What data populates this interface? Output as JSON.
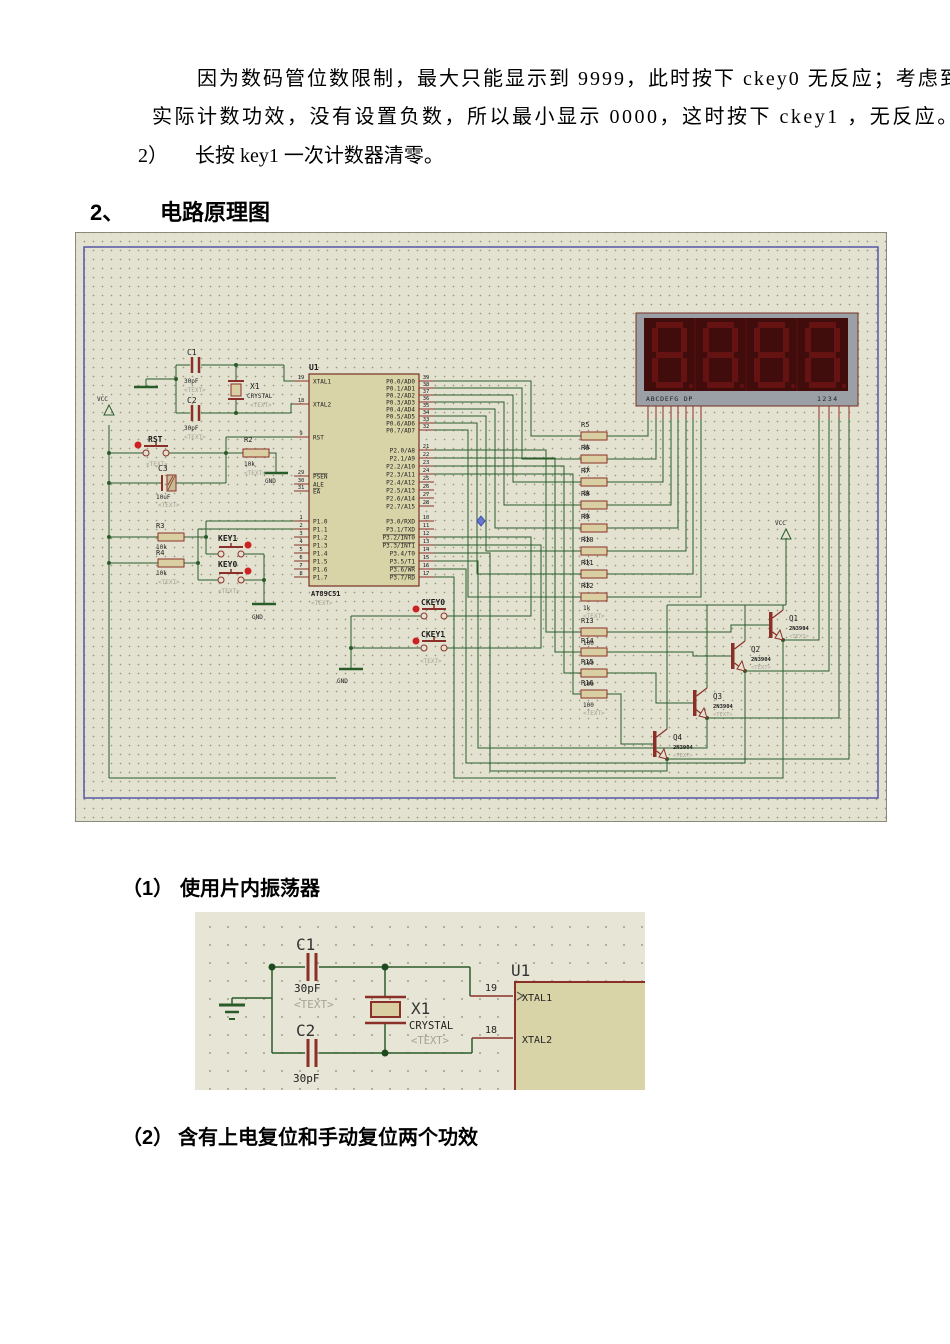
{
  "page": {
    "paragraph_line1": "因为数码管位数限制，最大只能显示到 9999，此时按下 ckey0 无反应；考虑到",
    "paragraph_line2": "实际计数功效，没有设置负数，所以最小显示 0000，这时按下 ckey1 ，无反应。",
    "list_item_2_marker": "2）",
    "list_item_2_text": "长按 key1 一次计数器清零。",
    "heading_2_num": "2、",
    "heading_2_title": "电路原理图",
    "sub_1_num": "（1）",
    "sub_1_title": "使用片内振荡器",
    "sub_2_num": "（2）",
    "sub_2_title": "含有上电复位和手动复位两个功效"
  },
  "colors": {
    "schematic_bg": "#e3e2d1",
    "wire_green": "#2a5c2a",
    "component_red": "#8b3028",
    "component_fill": "#d9cfa2",
    "chip_fill": "#d9d4a8",
    "frame_blue": "#5656a8",
    "display_frame": "#9aa0a6",
    "display_bg": "#400c0c",
    "display_segment": "#641212",
    "text_gray": "#a6a295",
    "button_dot_red": "#cc2222"
  },
  "schematic_main": {
    "vcc_label": "VCC",
    "gnd_label": "GND",
    "c1": {
      "ref": "C1",
      "value": "30pF",
      "ph": "<TEXT>"
    },
    "c2": {
      "ref": "C2",
      "value": "30pF",
      "ph": "<TEXT>"
    },
    "x1": {
      "ref": "X1",
      "part": "CRYSTAL",
      "ph": "<TEXT>"
    },
    "rst": {
      "ref": "RST",
      "ph": "<TEXT>"
    },
    "r2": {
      "ref": "R2",
      "value": "10k",
      "ph": "<TEXT>"
    },
    "c3": {
      "ref": "C3",
      "value": "10uF",
      "ph": "<TEXT>"
    },
    "r3": {
      "ref": "R3",
      "value": "10k"
    },
    "r4": {
      "ref": "R4",
      "value": "10k",
      "ph": "<TEXT>"
    },
    "key1": {
      "ref": "KEY1"
    },
    "key0": {
      "ref": "KEY0",
      "ph": "<TEXT>"
    },
    "ckey0": {
      "ref": "CKEY0"
    },
    "ckey1": {
      "ref": "CKEY1",
      "ph": "<TEXT>"
    },
    "seg_resistors": [
      {
        "ref": "R5",
        "value": "1k"
      },
      {
        "ref": "R6",
        "value": "1k"
      },
      {
        "ref": "R7",
        "value": "1k"
      },
      {
        "ref": "R8",
        "value": "1k"
      },
      {
        "ref": "R9",
        "value": "1k"
      },
      {
        "ref": "R10",
        "value": "1k"
      },
      {
        "ref": "R11",
        "value": "1k"
      },
      {
        "ref": "R12",
        "value": "1k",
        "ph": "<TEXT>"
      }
    ],
    "base_resistors": [
      {
        "ref": "R13",
        "value": "100"
      },
      {
        "ref": "R14",
        "value": "100"
      },
      {
        "ref": "R15",
        "value": "100"
      },
      {
        "ref": "R16",
        "value": "100",
        "ph": "<TEXT>"
      }
    ],
    "transistors": [
      {
        "ref": "Q1",
        "part": "2N3904",
        "ph": "<TEXT>"
      },
      {
        "ref": "Q2",
        "part": "2N3904",
        "ph": "<TEXT>"
      },
      {
        "ref": "Q3",
        "part": "2N3904",
        "ph": "<TEXT>"
      },
      {
        "ref": "Q4",
        "part": "2N3904",
        "ph": "<TEXT>"
      }
    ],
    "u1": {
      "ref": "U1",
      "part": "AT89C51",
      "ph": "<TEXT>",
      "left_pins": [
        {
          "num": "19",
          "name": "XTAL1"
        },
        {
          "num": "18",
          "name": "XTAL2"
        },
        {
          "num": "9",
          "name": "RST"
        },
        {
          "num": "29",
          "name": "PSEN"
        },
        {
          "num": "30",
          "name": "ALE"
        },
        {
          "num": "31",
          "name": "EA"
        },
        {
          "num": "1",
          "name": "P1.0"
        },
        {
          "num": "2",
          "name": "P1.1"
        },
        {
          "num": "3",
          "name": "P1.2"
        },
        {
          "num": "4",
          "name": "P1.3"
        },
        {
          "num": "5",
          "name": "P1.4"
        },
        {
          "num": "6",
          "name": "P1.5"
        },
        {
          "num": "7",
          "name": "P1.6"
        },
        {
          "num": "8",
          "name": "P1.7"
        }
      ],
      "right_pins": [
        {
          "num": "39",
          "name": "P0.0/AD0"
        },
        {
          "num": "38",
          "name": "P0.1/AD1"
        },
        {
          "num": "37",
          "name": "P0.2/AD2"
        },
        {
          "num": "36",
          "name": "P0.3/AD3"
        },
        {
          "num": "35",
          "name": "P0.4/AD4"
        },
        {
          "num": "34",
          "name": "P0.5/AD5"
        },
        {
          "num": "33",
          "name": "P0.6/AD6"
        },
        {
          "num": "32",
          "name": "P0.7/AD7"
        },
        {
          "num": "21",
          "name": "P2.0/A8"
        },
        {
          "num": "22",
          "name": "P2.1/A9"
        },
        {
          "num": "23",
          "name": "P2.2/A10"
        },
        {
          "num": "24",
          "name": "P2.3/A11"
        },
        {
          "num": "25",
          "name": "P2.4/A12"
        },
        {
          "num": "26",
          "name": "P2.5/A13"
        },
        {
          "num": "27",
          "name": "P2.6/A14"
        },
        {
          "num": "28",
          "name": "P2.7/A15"
        },
        {
          "num": "10",
          "name": "P3.0/RXD"
        },
        {
          "num": "11",
          "name": "P3.1/TXD"
        },
        {
          "num": "12",
          "name": "P3.2/INT0"
        },
        {
          "num": "13",
          "name": "P3.3/INT1"
        },
        {
          "num": "14",
          "name": "P3.4/T0"
        },
        {
          "num": "15",
          "name": "P3.5/T1"
        },
        {
          "num": "16",
          "name": "P3.6/WR"
        },
        {
          "num": "17",
          "name": "P3.7/RD"
        }
      ]
    },
    "display": {
      "segment_labels": "ABCDEFG  DP",
      "digit_labels": "1234"
    }
  },
  "schematic_osc": {
    "c1": {
      "ref": "C1",
      "value": "30pF",
      "ph": "<TEXT>"
    },
    "c2": {
      "ref": "C2",
      "value": "30pF"
    },
    "x1": {
      "ref": "X1",
      "part": "CRYSTAL",
      "ph": "<TEXT>"
    },
    "u1": {
      "ref": "U1",
      "pin19": {
        "num": "19",
        "name": "XTAL1"
      },
      "pin18": {
        "num": "18",
        "name": "XTAL2"
      }
    }
  }
}
